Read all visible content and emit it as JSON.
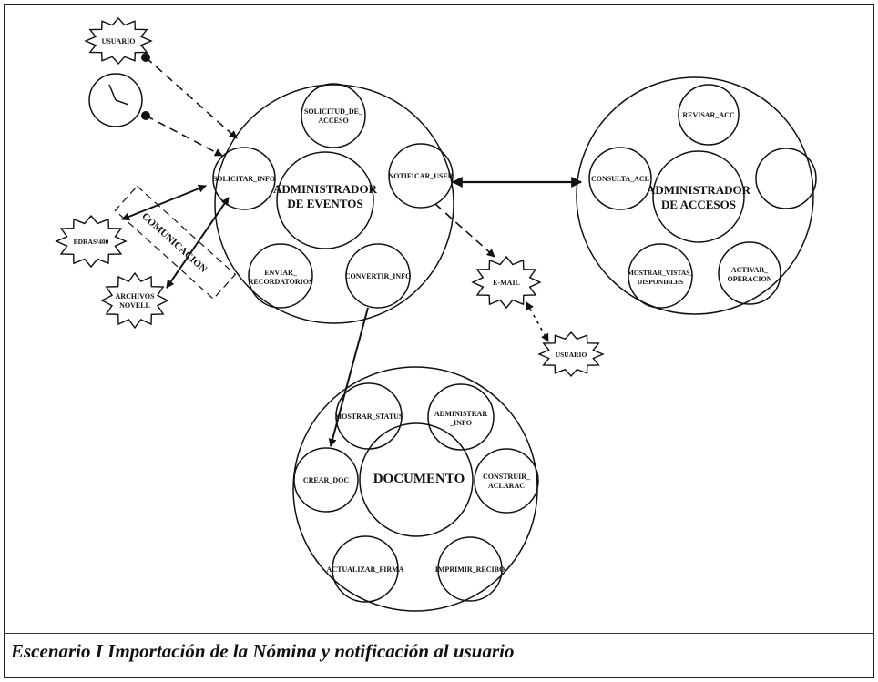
{
  "caption": "Escenario I  Importación de la Nómina y notificación al usuario",
  "colors": {
    "ink": "#111111",
    "background": "#ffffff"
  },
  "systems": {
    "eventos": {
      "title_line1": "ADMINISTRADOR",
      "title_line2": "DE EVENTOS",
      "solicitud_line1": "SOLICITUD_DE_",
      "solicitud_line2": "ACCESO",
      "solicitar_info": "SOLICITAR_INFO",
      "notificar_user": "NOTIFICAR_USER",
      "enviar_line1": "ENVIAR_",
      "enviar_line2": "RECORDATORIOS",
      "convertir_info": "CONVERTIR_INFO"
    },
    "accesos": {
      "title_line1": "ADMINISTRADOR",
      "title_line2": "DE ACCESOS",
      "revisar_acc": "REVISAR_ACC",
      "consulta_acl": "CONSULTA_ACL",
      "mostrar_line1": "MOSTRAR_VISTAS_",
      "mostrar_line2": "DISPONIBLES",
      "activar_line1": "ACTIVAR_",
      "activar_line2": "OPERACION"
    },
    "documento": {
      "title": "DOCUMENTO",
      "mostrar_status": "MOSTRAR_STATUS",
      "administrar_line1": "ADMINISTRAR",
      "administrar_line2": "_INFO",
      "crear_doc": "CREAR_DOC",
      "construir_line1": "CONSTRUIR_",
      "construir_line2": "ACLARAC",
      "actualizar_firma": "ACTUALIZAR_FIRMA",
      "imprimir_recibo": "IMPRIMIR_RECIBO"
    }
  },
  "actors": {
    "usuario_top": "USUARIO",
    "bdras": "BDRAS/400",
    "archivos_line1": "ARCHIVOS",
    "archivos_line2": "NOVELL",
    "email": "E-MAIL",
    "usuario_bottom": "USUARIO"
  },
  "comunicacion": "COMUNICACIÓN",
  "icons": {
    "clock": "clock-icon"
  }
}
